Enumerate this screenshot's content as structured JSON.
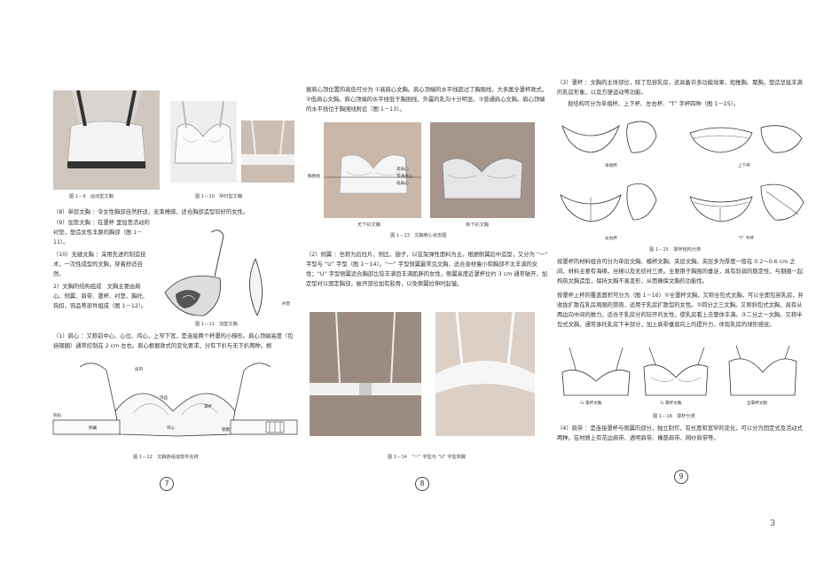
{
  "left_column": {
    "fig9_caption": "图 1－9　运动型文胸",
    "fig10_caption": "图 1－10　孕妇型文胸",
    "para_8": "（8）单层文胸 ：令女性胸部自然舒适，无束缚感，适合胸部造型较好的女性。",
    "para_9": "（9）加垫文胸 ：在罩杯 里加垫活动的衬垫，塑造女性丰腴的胸部（图 1－11）。",
    "para_10": "（10）无缝文胸 ：采用先进的制造技术，一次性成型的文胸，穿着舒适自然。",
    "para_2": "2）文胸的结构组成　文胸主要由肩 心、侧翼、肩带、罩杯、衬垫、胸托、钩扣、饰品等部件组成（图 1－12）。",
    "para_1": "（1）肩心 ：又称前中心、心位、鸡心，上窄下宽，是连接两个杯罩的小梯形。肩心顶端高度（包括钢圈）通常控制在 2 cm 左右。肩心根据款式的变化要求，分有下扒与无下扒两种。根",
    "fig11_caption": "图 1－11　加垫文胸",
    "fig11_label": "衬垫",
    "fig12_caption": "图 1－12　文胸各组成部件名称",
    "fig12_labels": [
      "肩带",
      "钩扣",
      "侧翼",
      "饰品",
      "鸡心",
      "罩杯",
      "钢圈"
    ],
    "page_number": "7"
  },
  "middle_column": {
    "intro": "据肩心顶位置的高低可分为 ①高肩心文胸。肩心顶端的水平线超过了胸围线，大多属全罩杯款式。②低肩心文胸。肩心顶端的水平线低于胸围线，外露的乳沟十分明显。③普通肩心文胸。肩心顶端的水平线位于胸围线附近（图 1－13）。",
    "fig13_labels": [
      "胸围线",
      "高肩心",
      "普通肩心",
      "低肩心"
    ],
    "fig13_sub_left": "无下扒文胸",
    "fig13_sub_right": "有下扒文胸",
    "fig13_caption": "图 1－13　文胸肩心状态图",
    "para_2": "（2）侧翼 ：也称为后拉片、侧比、翅子，以弦架弹性面料为主。根据侧翼后中造型，又分为 “一” 字型与 “U” 字型（图 1－14）。“一” 字型侧翼最常见文胸，适合身材瘦小和胸部不太丰满的女性；“U” 字型侧翼适合胸部比较丰满目丰满肌胖的女性，侧翼高度近罩杯位约 3 cm 通常破开，加定型衬以固定胸部，破开部位加有胶骨，以免侧翼拉伸时起皱。",
    "fig14_caption": "图 1－14　“一” 字型与 “U” 字型侧翼",
    "page_number": "8"
  },
  "right_column": {
    "para_3": "（3）罩杯 ：文胸的主体部位，除了包容乳房，还具备许多功能效果，如推胸、聚胸，塑造坚挺丰满的乳房形象，以及方便运动等功能。",
    "para_3b": "按结构可分为单褶杯、上下杯、左右杯、“T” 字杯四种（图 1－15）。",
    "fig15_labels": [
      "单褶杯",
      "上下杯",
      "左右杯",
      "“T” 字杯"
    ],
    "fig15_caption": "图 1－15　罩杯结构分类",
    "para_materials": "按罩杯的材料组合可分为单层文胸、模杯文胸、夹层文胸。夹层多为厚度一般在 0.2～0.6 cm 之间，材料主要有海绵，丝棉以及无纺衬三类。主要用于胸围的垂足，具有较弱的稳定性，与钢圈一起构筑文胸造型，保持文胸不易变形，从而确保文胸的功能性。",
    "para_coverage": "按罩杯上杯的覆盖面积可分为（图 1－16）①全罩杯文胸，又称全包式文胸，可以全面包容乳房，并收拢扩散在乳房周围的赘肉，适用于乳房扩散型的女性。②四分之三文胸。又称斜包式文胸，具有从两边向中间的推力，适合于乳房分的较开的女性，使乳房看上去整体丰满。③二分之一文胸。又称半包式文胸，通常承托乳房下半部分，加上肩带垂直向上的提升力，体现乳房的球形感觉。",
    "fig16_labels": [
      "½ 罩杯文胸",
      "¾ 罩杯文胸",
      "全罩杯文胸"
    ],
    "fig16_caption": "图 1－16　罩杯分类",
    "para_4": "（4）肩带 ：是连接罩杯与侧翼的部分，独立制作，有长度和宽窄的变化，可以分为固定式及活动式两种。在材质上有花边肩带、透明肩带、橡筋肩带、网纱肩带等。",
    "page_number": "9"
  },
  "corner_number": "3"
}
